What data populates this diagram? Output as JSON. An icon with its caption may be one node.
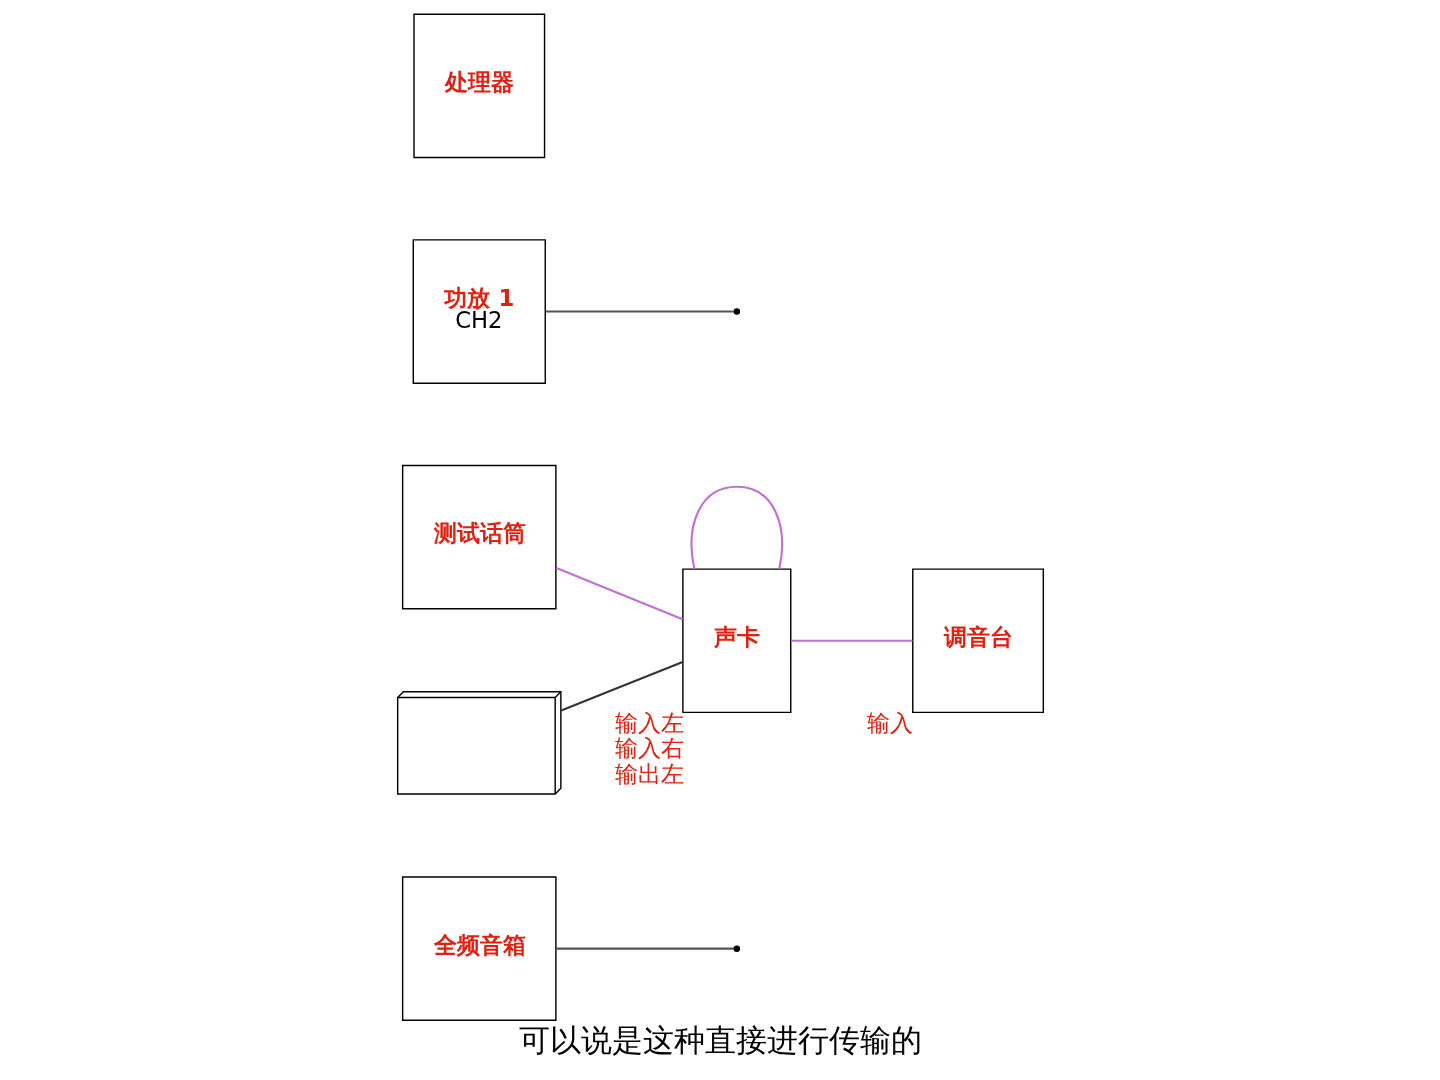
{
  "diagram": {
    "caption": "可以说是这种直接进行传输的",
    "nodes": [
      {
        "text": [
          "全频音箱"
        ]
      },
      {
        "text": [
          "测试话筒"
        ]
      },
      {
        "text": [
          "声卡"
        ],
        "beside": [
          "输入左",
          "输入右",
          "输出左"
        ]
      },
      {
        "text": [],
        "shape": "picture"
      },
      {
        "text": [
          "功放 1",
          "CH2"
        ]
      },
      {
        "text": [
          "处理器"
        ]
      },
      {
        "text": [
          "调音台"
        ],
        "beside": [
          "输入"
        ]
      }
    ],
    "edges": [
      {
        "from": 0,
        "to": null,
        "arrow": "none",
        "color": "#555555"
      },
      {
        "from": 1,
        "to": 2,
        "arrow": "none",
        "color": "#c070d0"
      },
      {
        "from": 2,
        "to": 2,
        "arrow": "none",
        "color": "#c070d0"
      },
      {
        "from": 3,
        "to": 2,
        "arrow": "none",
        "color": "#333333"
      },
      {
        "from": 2,
        "to": 6,
        "arrow": "none",
        "color": "#c070d0"
      },
      {
        "from": 4,
        "to": null,
        "arrow": "none",
        "color": "#555555"
      }
    ]
  }
}
